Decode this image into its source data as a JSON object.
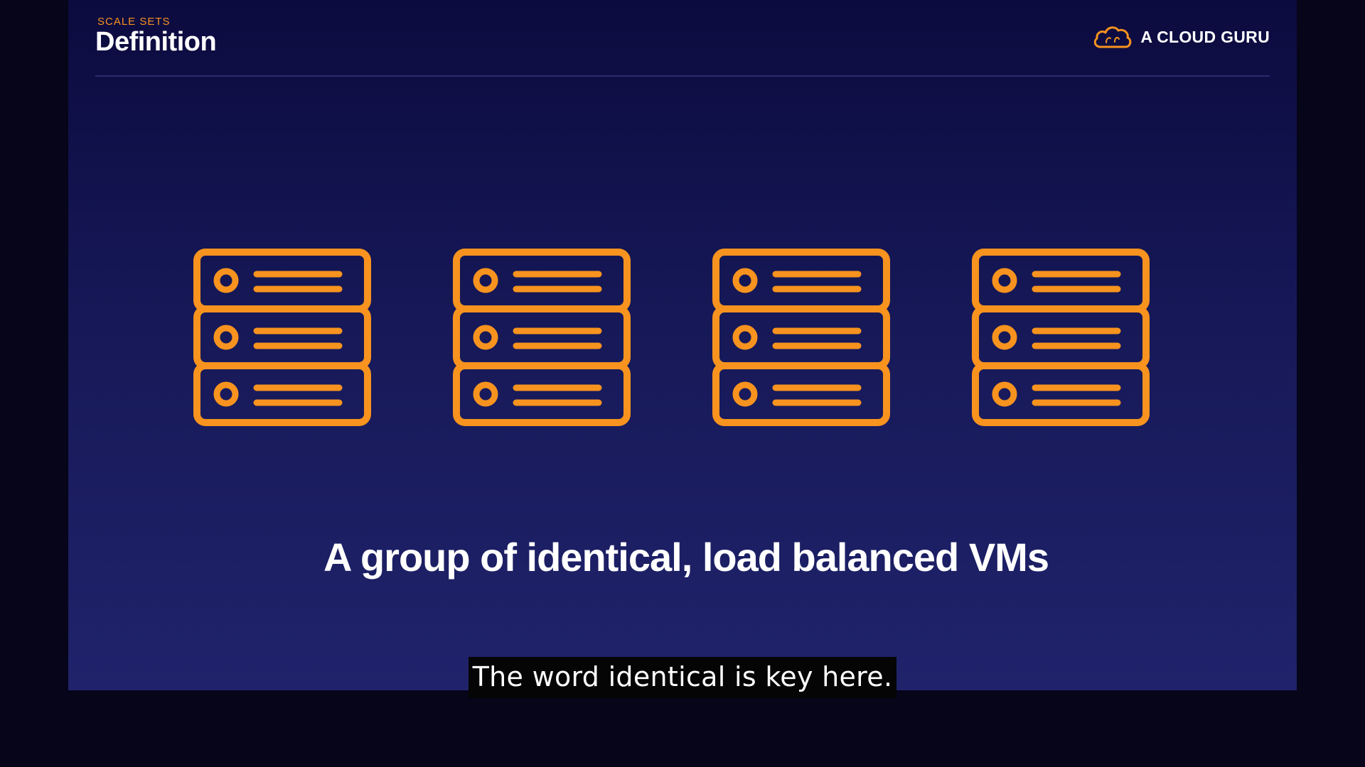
{
  "slide": {
    "eyebrow": "SCALE SETS",
    "title": "Definition",
    "brand_name": "A CLOUD GURU",
    "caption": "A group of identical, load balanced VMs"
  },
  "servers": [
    {
      "icon": "server-rack-icon"
    },
    {
      "icon": "server-rack-icon"
    },
    {
      "icon": "server-rack-icon"
    },
    {
      "icon": "server-rack-icon"
    }
  ],
  "subtitle": {
    "text": "The word identical is key here."
  },
  "colors": {
    "accent": "#f7931e",
    "background_top": "#0c0b3f",
    "background_bottom": "#20236b",
    "text": "#ffffff"
  }
}
